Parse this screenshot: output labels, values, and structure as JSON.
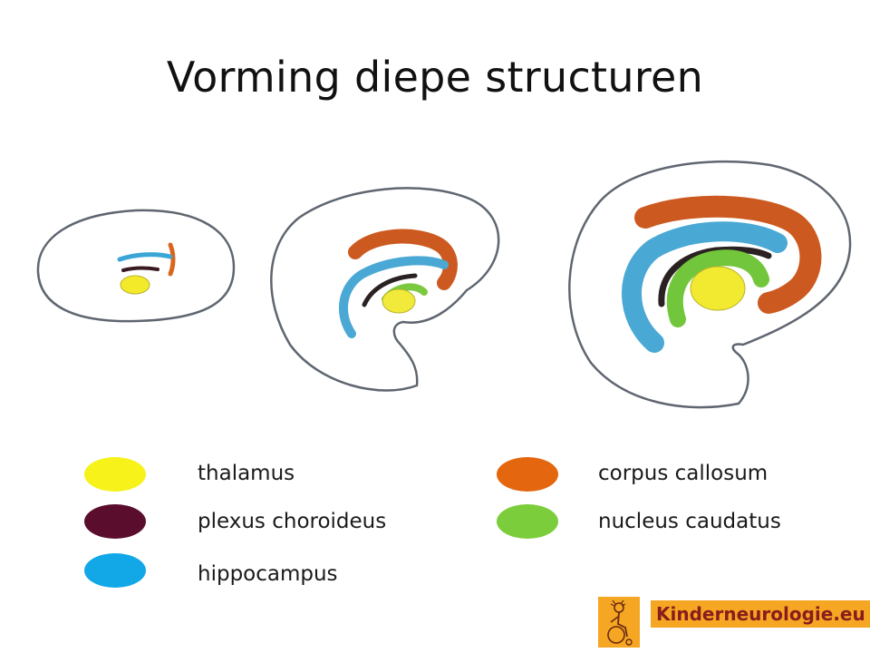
{
  "title": "Vorming diepe structuren",
  "legend": [
    {
      "label": "thalamus",
      "color": "#f6f21a"
    },
    {
      "label": "plexus choroideus",
      "color": "#5a0d2c"
    },
    {
      "label": "hippocampus",
      "color": "#12a8e8"
    },
    {
      "label": "corpus callosum",
      "color": "#e4660e"
    },
    {
      "label": "nucleus caudatus",
      "color": "#7ccd3c"
    }
  ],
  "brand": {
    "text": "Kinderneurologie.eu",
    "logo_icon": "wheelchair-child-icon",
    "color": "#f5a623"
  }
}
